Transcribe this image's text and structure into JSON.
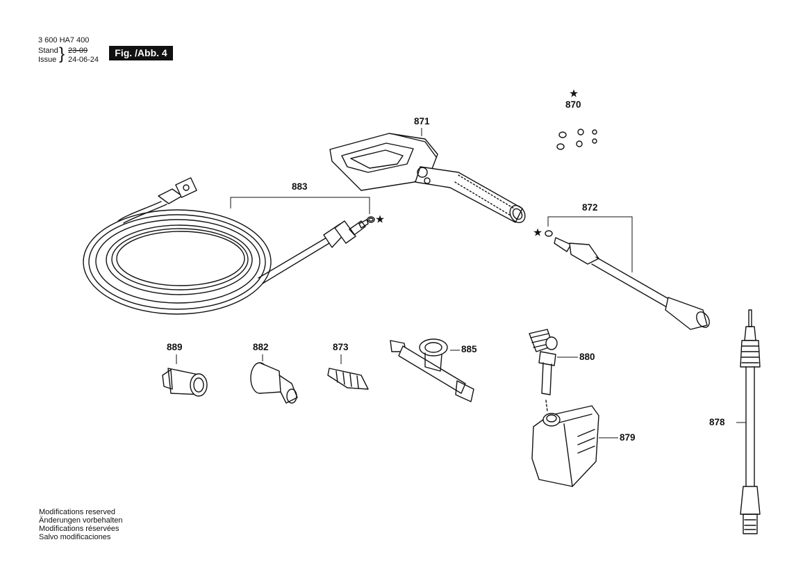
{
  "header": {
    "part_no": "3 600 HA7 400",
    "stand_label": "Stand",
    "issue_label": "Issue",
    "old_date": "23-09",
    "new_date": "24-06-24",
    "figure_label": "Fig. /Abb. 4"
  },
  "markers": {
    "star": "★"
  },
  "parts": {
    "p870": "870",
    "p871": "871",
    "p872": "872",
    "p873": "873",
    "p878": "878",
    "p879": "879",
    "p880": "880",
    "p882": "882",
    "p883": "883",
    "p885": "885",
    "p889": "889"
  },
  "notes": [
    "Modifications reserved",
    "Änderungen vorbehalten",
    "Modifications réservées",
    "Salvo modificaciones"
  ]
}
